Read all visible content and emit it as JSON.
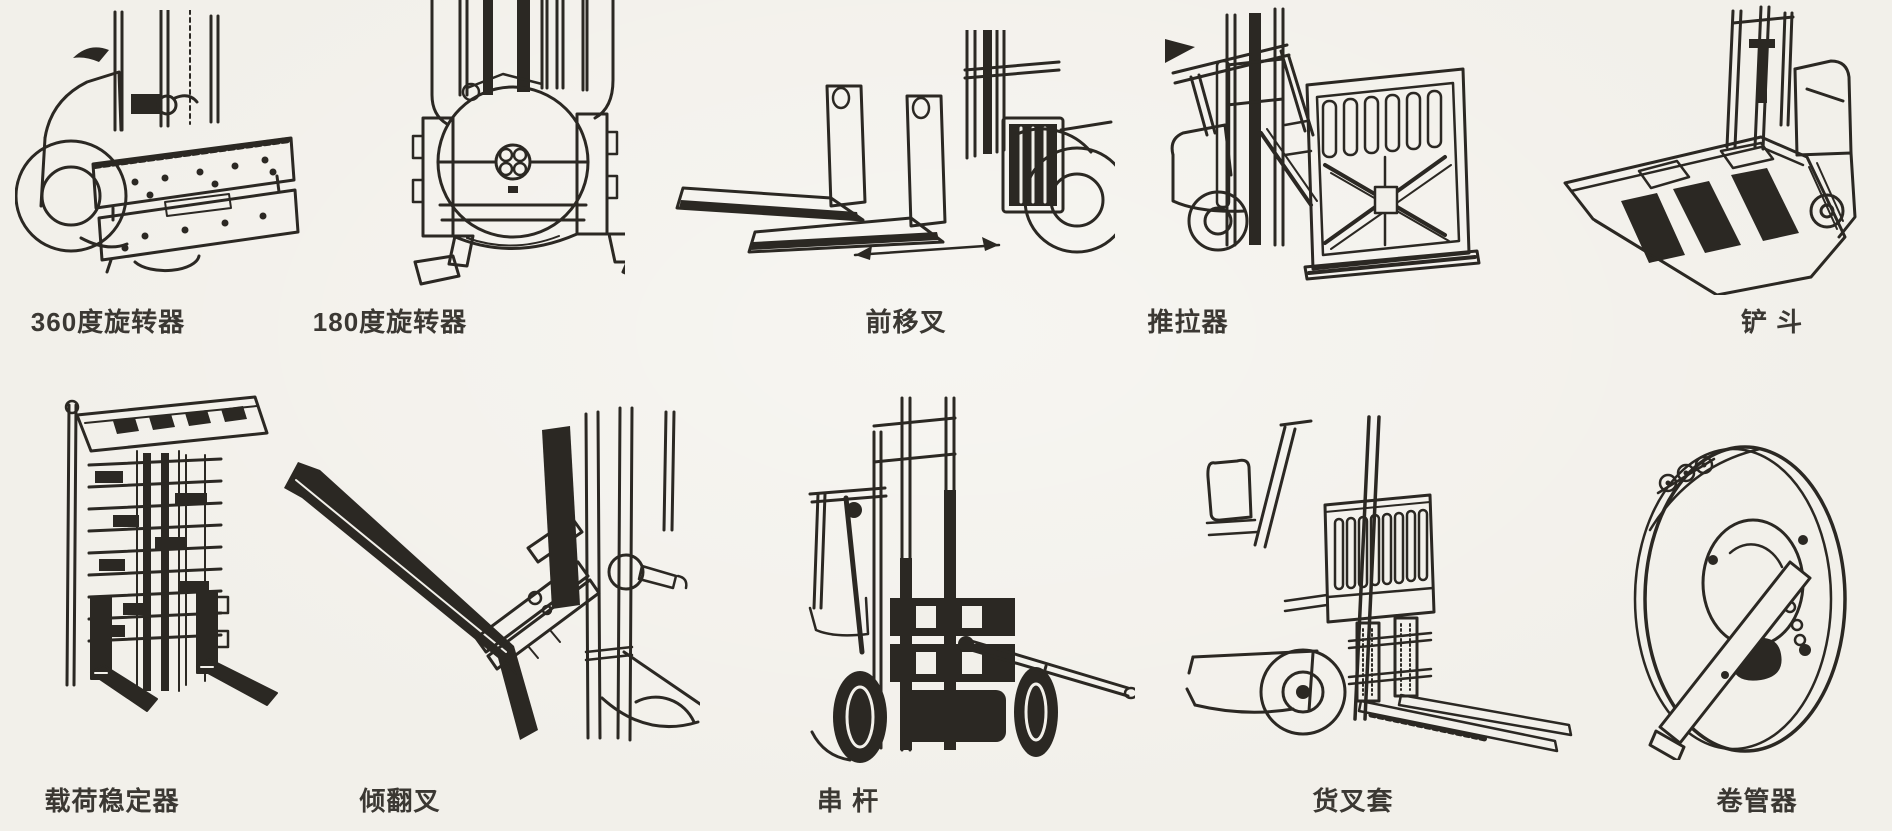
{
  "page": {
    "description": "Scanned catalog sheet of forklift attachment line drawings",
    "colors": {
      "background": "#f2f0ea",
      "ink": "#2b2823",
      "label_text": "#3b3833"
    }
  },
  "items": [
    {
      "id": "rotator-360",
      "name": "360-degree-rotator",
      "label": "360度旋转器"
    },
    {
      "id": "rotator-180",
      "name": "180-degree-rotator",
      "label": "180度旋转器"
    },
    {
      "id": "reach-fork",
      "name": "forward-reach-fork",
      "label": "前移叉"
    },
    {
      "id": "push-puller",
      "name": "push-puller",
      "label": "推拉器"
    },
    {
      "id": "bucket",
      "name": "shovel-bucket",
      "label": "铲 斗"
    },
    {
      "id": "load-stabilizer",
      "name": "load-stabilizer",
      "label": "载荷稳定器"
    },
    {
      "id": "tilting-fork",
      "name": "tilting-fork",
      "label": "倾翻叉"
    },
    {
      "id": "ram-pole",
      "name": "ram-pole",
      "label": "串 杆"
    },
    {
      "id": "fork-sleeve",
      "name": "fork-sleeve",
      "label": "货叉套"
    },
    {
      "id": "hose-reel",
      "name": "hose-reel",
      "label": "卷管器"
    }
  ]
}
